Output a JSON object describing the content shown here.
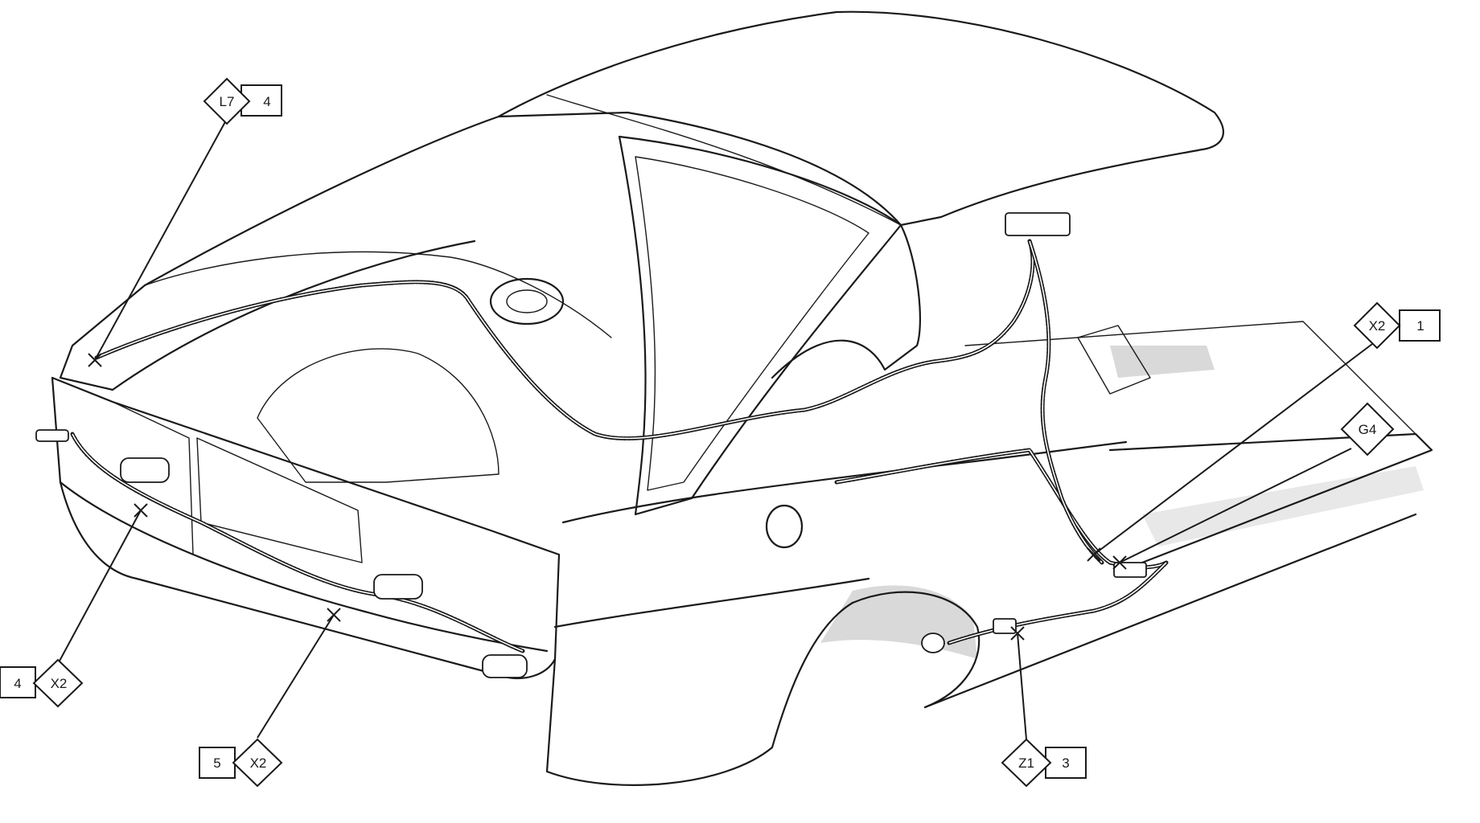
{
  "callouts": [
    {
      "id": "l7-4",
      "code": "L7",
      "number": "4"
    },
    {
      "id": "x2-1",
      "code": "X2",
      "number": "1"
    },
    {
      "id": "g4",
      "code": "G4",
      "number": ""
    },
    {
      "id": "x2-4",
      "code": "X2",
      "number": "4"
    },
    {
      "id": "x2-5",
      "code": "X2",
      "number": "5"
    },
    {
      "id": "z1-3",
      "code": "Z1",
      "number": "3"
    }
  ]
}
